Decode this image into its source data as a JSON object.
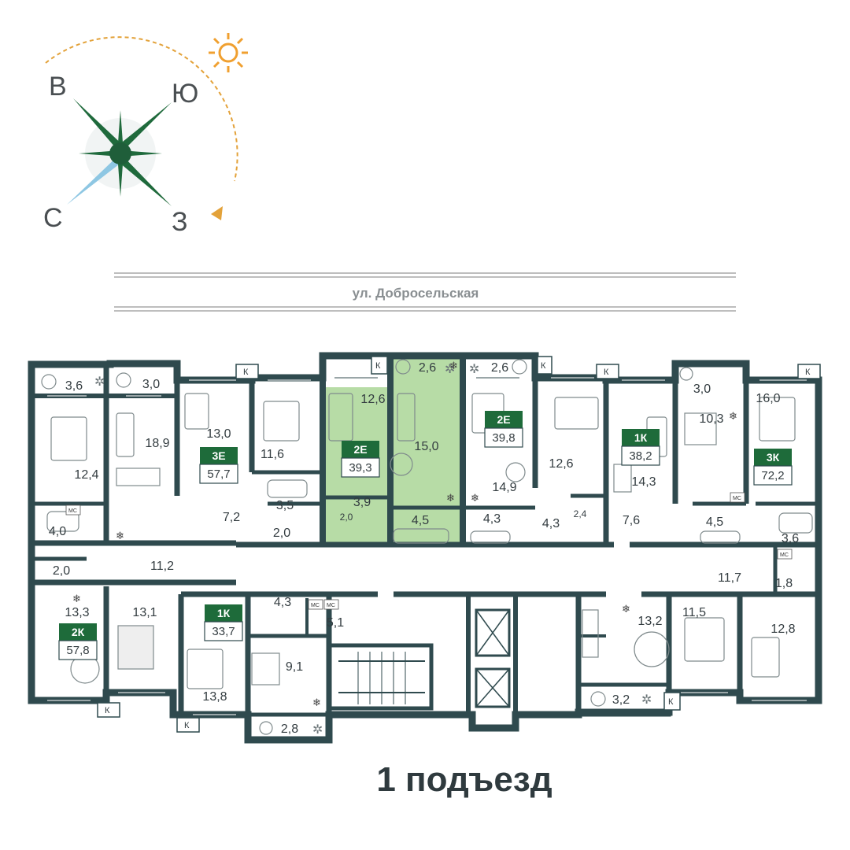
{
  "compass": {
    "labels": {
      "n": "С",
      "s": "Ю",
      "e": "В",
      "w": "З"
    }
  },
  "street": {
    "name": "ул. Добросельская"
  },
  "entrance": {
    "title": "1 подъезд"
  },
  "colors": {
    "wall": "#2f4a4e",
    "accent_green": "#1e6b3a",
    "highlight": "#b7dca6",
    "sun": "#f0a030"
  },
  "balcony_mark": "К",
  "utility_mark": "МС",
  "apartments": [
    {
      "code": "3Е",
      "area": "57,7"
    },
    {
      "code": "2Е",
      "area": "39,3"
    },
    {
      "code": "2Е",
      "area": "39,8"
    },
    {
      "code": "1К",
      "area": "38,2"
    },
    {
      "code": "3К",
      "area": "72,2"
    },
    {
      "code": "2К",
      "area": "57,8"
    },
    {
      "code": "1К",
      "area": "33,7"
    }
  ],
  "room_areas": {
    "r01": "3,6",
    "r02": "3,0",
    "r03": "2,6",
    "r04": "2,6",
    "r05": "3,0",
    "r06": "16,0",
    "r07": "12,6",
    "r08": "13,0",
    "r09": "18,9",
    "r10": "12,4",
    "r11": "11,6",
    "r12": "15,0",
    "r13": "10,3",
    "r14": "12,6",
    "r15": "14,3",
    "r16": "14,9",
    "r17": "3,5",
    "r18": "3,9",
    "r19": "7,2",
    "r20": "2,0",
    "r21": "4,0",
    "r22": "2,0",
    "r23": "4,5",
    "r24": "4,3",
    "r25": "4,3",
    "r26": "2,4",
    "r27": "7,6",
    "r28": "4,5",
    "r29": "3,6",
    "r30": "2,0",
    "r31": "11,2",
    "r32": "11,7",
    "r33": "1,8",
    "r34": "13,3",
    "r35": "13,1",
    "r36": "4,3",
    "r37": "5,1",
    "r38": "13,2",
    "r39": "11,5",
    "r40": "12,8",
    "r41": "9,1",
    "r42": "13,8",
    "r43": "3,2",
    "r44": "2,8"
  }
}
